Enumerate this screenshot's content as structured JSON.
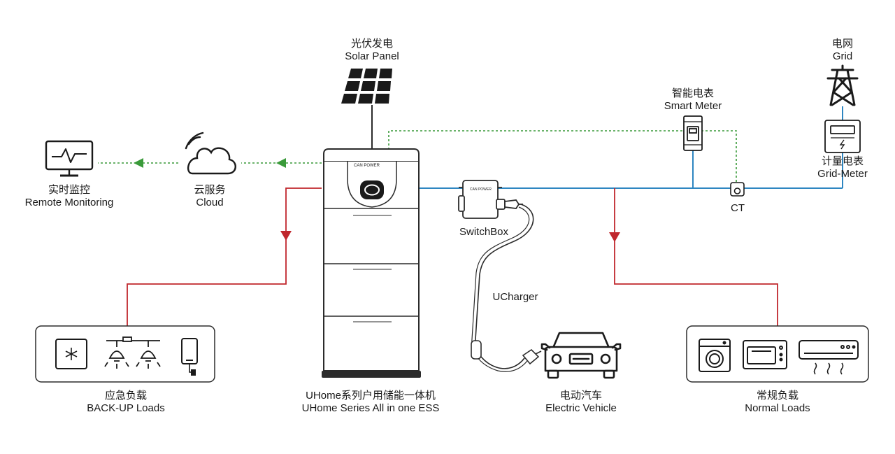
{
  "solar": {
    "zh": "光伏发电",
    "en": "Solar Panel"
  },
  "grid": {
    "zh": "电网",
    "en": "Grid"
  },
  "meter": {
    "zh": "智能电表",
    "en": "Smart Meter"
  },
  "gridMeter": {
    "zh": "计量电表",
    "en": "Grid-Meter"
  },
  "monitor": {
    "zh": "实时监控",
    "en": "Remote Monitoring"
  },
  "cloud": {
    "zh": "云服务",
    "en": "Cloud"
  },
  "ct": {
    "en": "CT"
  },
  "switchbox": {
    "en": "SwitchBox"
  },
  "ucharger": {
    "en": "UCharger"
  },
  "ess": {
    "zh": "UHome系列户用储能一体机",
    "en": "UHome Series All in one ESS",
    "brand": "CAN POWER"
  },
  "backup": {
    "zh": "应急负载",
    "en": "BACK-UP Loads"
  },
  "ev": {
    "zh": "电动汽车",
    "en": "Electric Vehicle"
  },
  "normal": {
    "zh": "常规负载",
    "en": "Normal Loads"
  },
  "colors": {
    "data_line": "#3a9a3a",
    "ac_line": "#2e86c1",
    "backup_line": "#c0272d",
    "outline": "#2b2b2b"
  }
}
